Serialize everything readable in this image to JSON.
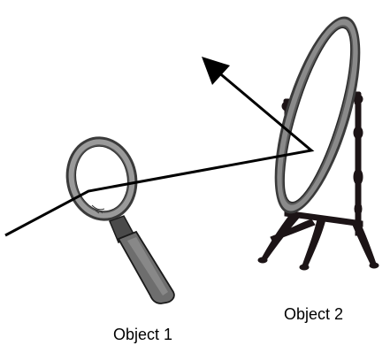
{
  "objects": [
    {
      "label": "Object 1",
      "depicts": "magnifying-glass"
    },
    {
      "label": "Object 2",
      "depicts": "standing-mirror"
    }
  ],
  "colors": {
    "line": "#000000",
    "frame": "#7a7a7a",
    "frame_dark": "#3a3a3a",
    "stand": "#1c1416",
    "handle": "#6e6e6e"
  }
}
